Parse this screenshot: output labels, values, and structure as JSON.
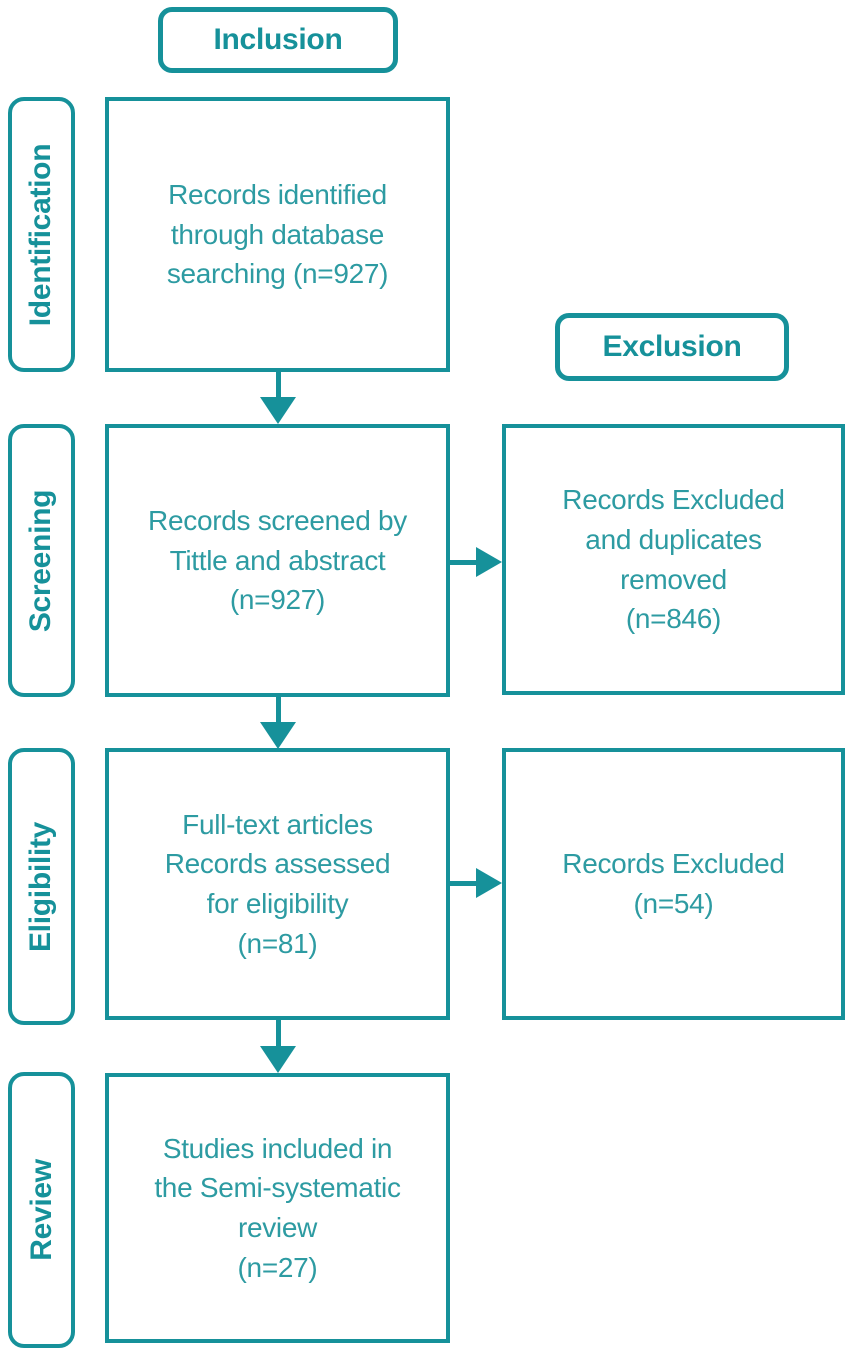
{
  "palette": {
    "accent": "#16919a",
    "text": "#2d9ba2",
    "bg": "#ffffff"
  },
  "headers": {
    "inclusion": "Inclusion",
    "exclusion": "Exclusion"
  },
  "stages": {
    "identification": "Identification",
    "screening": "Screening",
    "eligibility": "Eligibility",
    "review": "Review"
  },
  "boxes": {
    "identified": {
      "text": "Records identified\nthrough database\nsearching (n=927)",
      "n": 927
    },
    "screened": {
      "text": "Records screened by\nTittle and abstract\n(n=927)",
      "n": 927
    },
    "fulltext": {
      "text": "Full-text articles\nRecords assessed\nfor eligibility\n(n=81)",
      "n": 81
    },
    "included": {
      "text": "Studies included in\nthe Semi-systematic\nreview\n(n=27)",
      "n": 27
    },
    "excluded_screening": {
      "text": "Records Excluded\nand duplicates\nremoved\n(n=846)",
      "n": 846
    },
    "excluded_eligibility": {
      "text": "Records Excluded\n(n=54)",
      "n": 54
    }
  },
  "connectors": [
    {
      "from": "identified",
      "to": "screened",
      "direction": "down"
    },
    {
      "from": "screened",
      "to": "fulltext",
      "direction": "down"
    },
    {
      "from": "fulltext",
      "to": "included",
      "direction": "down"
    },
    {
      "from": "screened",
      "to": "excluded_screening",
      "direction": "right"
    },
    {
      "from": "fulltext",
      "to": "excluded_eligibility",
      "direction": "right"
    }
  ]
}
